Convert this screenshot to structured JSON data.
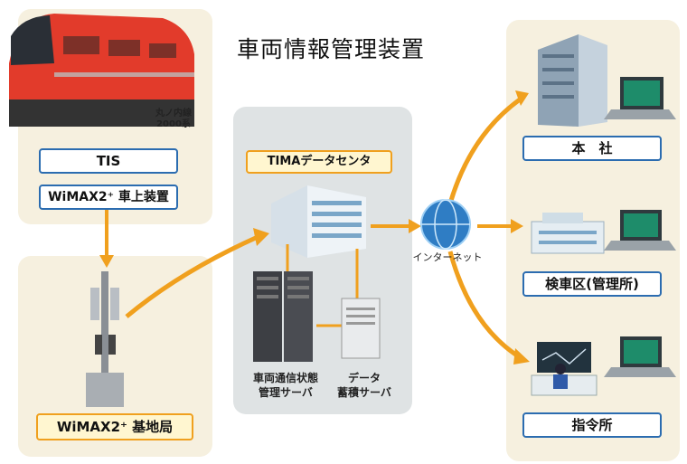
{
  "title": "車両情報管理装置",
  "train": {
    "line": "丸ノ内線",
    "series": "2000系"
  },
  "onboard": {
    "tis": "TIS",
    "wimax_unit": "WiMAX2⁺ 車上装置"
  },
  "base_station": {
    "label": "WiMAX2⁺ 基地局"
  },
  "datacenter": {
    "label": "TIMAデータセンタ",
    "server1": [
      "車両通信状態",
      "管理サーバ"
    ],
    "server2": [
      "データ",
      "蓄積サーバ"
    ]
  },
  "internet": {
    "label": "インターネット"
  },
  "destinations": [
    {
      "label": "本　社"
    },
    {
      "label": "検車区(管理所)"
    },
    {
      "label": "指令所"
    }
  ],
  "colors": {
    "arrow": "#f0a01e",
    "label_border": "#2b6cb0",
    "beige": "#f6f0df",
    "grey": "#dfe3e4"
  }
}
